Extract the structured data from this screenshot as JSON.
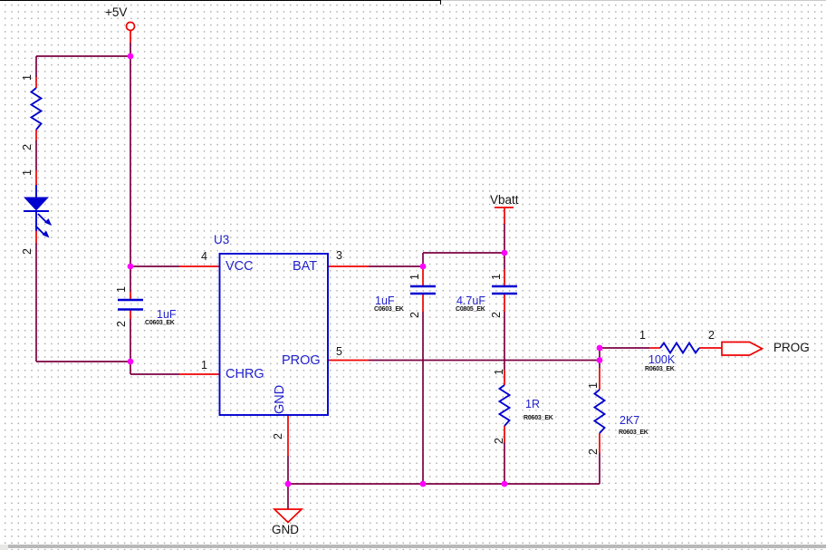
{
  "colors": {
    "wire": "#7B0041",
    "pin": "#EE0000",
    "symbol": "#0000D0",
    "symbol_text": "#2222CC",
    "junction": "#FF00FF",
    "text": "#141414",
    "grid_dot": "#ABABAB"
  },
  "net_labels": {
    "v5": "+5V",
    "vbatt": "Vbatt",
    "gnd": "GND",
    "prog": "PROG"
  },
  "ic": {
    "designator": "U3",
    "pin_names": {
      "vcc": "VCC",
      "bat": "BAT",
      "prog": "PROG",
      "chrg": "CHRG",
      "gnd": "GND"
    },
    "pin_numbers": {
      "vcc": "4",
      "bat": "3",
      "prog": "5",
      "chrg": "1",
      "gnd": "2"
    }
  },
  "parts": {
    "r_left": {
      "pin1": "1",
      "pin2": "2"
    },
    "led": {
      "pin1": "1",
      "pin2": "2"
    },
    "c1": {
      "value": "1uF",
      "footprint": "C0603_EK",
      "pin1": "1",
      "pin2": "2"
    },
    "c2": {
      "value": "1uF",
      "footprint": "C0603_EK",
      "pin1": "1",
      "pin2": "2"
    },
    "c3": {
      "value": "4.7uF",
      "footprint": "C0805_EK",
      "pin1": "1",
      "pin2": "2"
    },
    "r1": {
      "value": "1R",
      "footprint": "R0603_EK",
      "pin1": "1",
      "pin2": "2"
    },
    "r2": {
      "value": "2K7",
      "footprint": "R0603_EK",
      "pin1": "1",
      "pin2": "2"
    },
    "r3": {
      "value": "100K",
      "footprint": "R0603_EK",
      "pin1": "1",
      "pin2": "2"
    }
  }
}
